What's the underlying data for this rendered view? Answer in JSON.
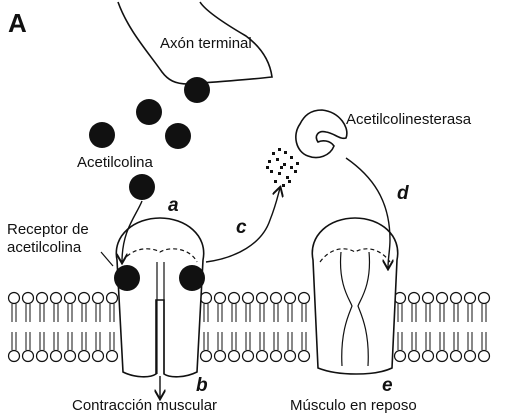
{
  "panel_label": "A",
  "labels": {
    "axon_terminal": "Axón terminal",
    "acetylcholine": "Acetilcolina",
    "receptor_line1": "Receptor de",
    "receptor_line2": "acetilcolina",
    "acetylcholinesterase": "Acetilcolinesterasa",
    "contraction": "Contracción muscular",
    "rest": "Músculo en reposo"
  },
  "steps": {
    "a": "a",
    "b": "b",
    "c": "c",
    "d": "d",
    "e": "e"
  },
  "colors": {
    "ink": "#111111",
    "molecule": "#111111",
    "background": "#ffffff"
  }
}
